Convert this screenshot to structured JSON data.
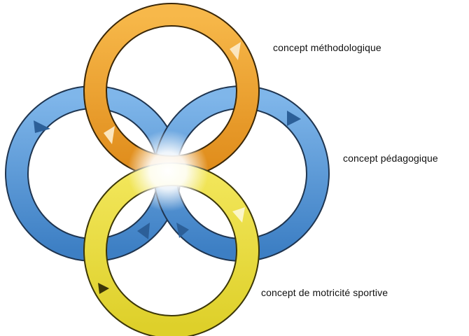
{
  "colors": {
    "orange": "#f0a028",
    "blue": "#4a8fd4",
    "yellow": "#ecdc3a",
    "outline": "#222222",
    "glow": "#ffffff"
  },
  "labels": {
    "methodologique": "concept méthodologique",
    "pedagogique": "concept pédagogique",
    "motricite": "concept de motricité sportive"
  }
}
